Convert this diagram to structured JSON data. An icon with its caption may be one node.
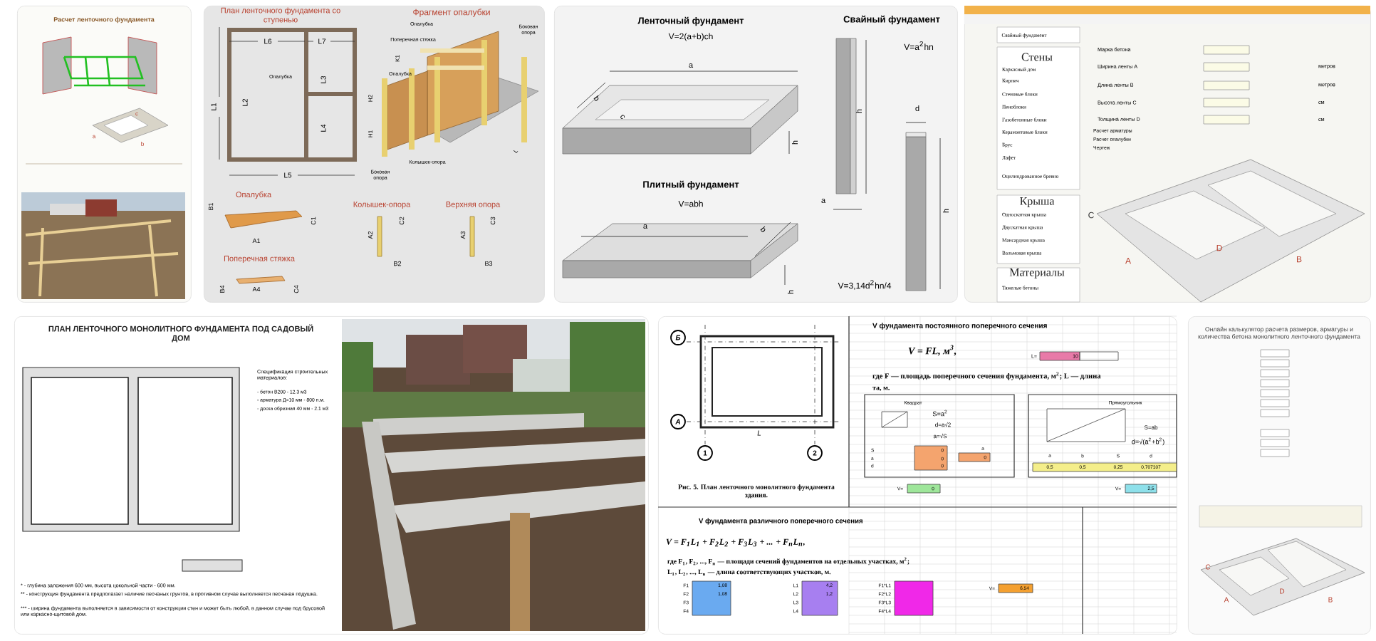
{
  "diagram": {
    "nodes": [
      {
        "text": [
          "Расчет ленточного фундамента"
        ]
      },
      {
        "text": [
          "План ленточного фундамента со ступенью",
          "Фрагмент опалубки",
          "Опалубка",
          "Колышек-опора",
          "Верхняя опора",
          "Поперечная стяжка"
        ]
      },
      {
        "text": [
          "Ленточный фундамент",
          "V=2(a+b)ch",
          "Свайный фундамент",
          "V=a$^{2}$hn",
          "Плитный фундамент",
          "V=abh",
          "V=3,14d$^{2}$hn/4"
        ]
      },
      {
        "text": [
          "Стены",
          "Крыша",
          "Материалы"
        ]
      },
      {
        "text": [
          "ПЛАН ЛЕНТОЧНОГО МОНОЛИТНОГО ФУНДАМЕНТА ПОД САДОВЫЙ ДОМ"
        ]
      },
      {
        "text": [
          "V фундамента постоянного поперечного сечения",
          "V = FL, м$^{3}$,"
        ]
      },
      {
        "text": [
          "Онлайн калькулятор расчета размеров, арматуры и количества бетона монолитного ленточного фундамента"
        ]
      }
    ],
    "labels": [
      "a",
      "c",
      "b",
      "L6",
      "L7",
      "Опалубка",
      "L1",
      "L2",
      "L3",
      "L4",
      "L5",
      "Опалубка",
      "Боковая опора",
      "Поперечная стяжка",
      "K1",
      "Опалубка",
      "H2",
      "H1",
      "L",
      "Колышек-опора",
      "Боковая опора",
      "B1",
      "C1",
      "A1",
      "A2",
      "C2",
      "B2",
      "A3",
      "C3",
      "B3",
      "B4",
      "A4",
      "C4",
      "a",
      "b",
      "c",
      "h",
      "h",
      "a",
      "d",
      "h",
      "a",
      "b",
      "h",
      "Свайный фундамент",
      "Каркасный дом",
      "Кирпич",
      "Стеновые блоки",
      "Пеноблоки",
      "Газобетонные блоки",
      "Керамзитовые блоки",
      "Брус",
      "Лафет",
      "Оцилиндрованное бревно",
      "Односкатная крыша",
      "Двускатная крыша",
      "Мансардная крыша",
      "Вальмовая крыша",
      "Тяжелые бетоны",
      "Марка бетона",
      "Ширина ленты A",
      "Длина ленты B",
      "Высота ленты C",
      "Толщина ленты D",
      "метров",
      "метров",
      "см",
      "см",
      "Расчет арматуры",
      "Расчет опалубки",
      "Чертеж",
      "C",
      "A",
      "D",
      "B",
      "Спецификация строительных материалов:",
      "- бетон В200 - 12.3 м3",
      "- арматура Д=10 мм - 800 п.м.",
      "- доска обрезная 40 мм - 2.1 м3",
      "* - глубина заложения 600 мм, высота цокольной части - 600 мм.",
      "** - конструкция фундамента предполагает наличие песчаных грунтов, в противном случае выполняется песчаная подушка.",
      "*** - ширина фундамента выполняется в зависимости от конструкции стен и может быть любой, в данном случае под брусовой или каркасно-щитовой дом.",
      "Б",
      "А",
      "L",
      "1",
      "2",
      "Рис. 5. План ленточного монолитного фундамента здания.",
      "L=",
      "10",
      "где F — площадь поперечного сечения фундамента, м$^{2}$; L — длина",
      "та, м.",
      "Квадрат",
      "S=a$^{2}$",
      "d=a√2",
      "a=√S",
      "Прямоугольник",
      "S=ab",
      "d=√(a$^{2}$+b$^{2}$)",
      "S",
      "a",
      "d",
      "0",
      "0",
      "0",
      "a",
      "0",
      "a",
      "b",
      "S",
      "d",
      "0,5",
      "0,5",
      "0,25",
      "0,707107",
      "V=",
      "0",
      "V=",
      "2,5",
      "V фундамента различного поперечного сечения",
      "V = F$_{1}$L$_{1}$ + F$_{2}$L$_{2}$ + F$_{3}$L$_{3}$ + ... + F$_{n}$L$_{n}$,",
      "где F$_{1}$, F$_{2}$, ..., F$_{n}$ — площади сечений фундаментов на отдельных участках, м$^{2}$;",
      "L$_{1}$, L$_{2}$, ..., L$_{n}$ — длина соответствующих участков, м.",
      "F1",
      "F2",
      "F3",
      "F4",
      "1,08",
      "1,08",
      "L1",
      "L2",
      "L3",
      "L4",
      "4,2",
      "1,2",
      "F1*L1",
      "F2*L2",
      "F3*L3",
      "F4*L4",
      "V=",
      "6,54",
      "C",
      "A",
      "D",
      "B"
    ]
  }
}
